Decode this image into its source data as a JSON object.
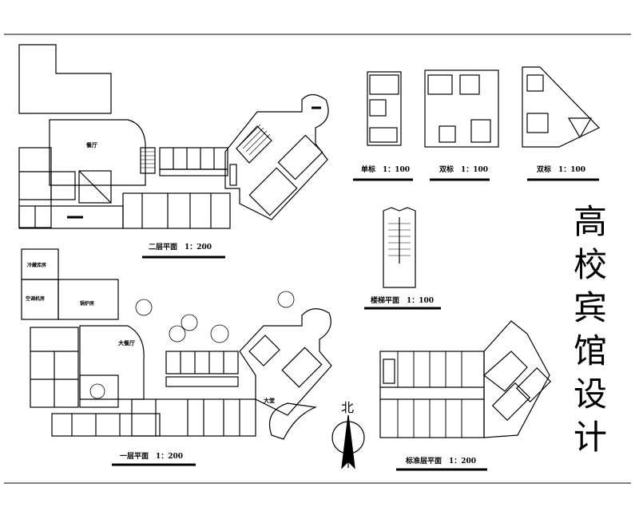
{
  "title_chars": [
    "高",
    "校",
    "宾",
    "馆",
    "设",
    "计"
  ],
  "plans": {
    "second_floor": "二层平面　1：200",
    "first_floor": "一层平面　1：200",
    "standard_floor": "标准层平面　1：200",
    "stair": "楼梯平面　1：100",
    "single_room": "单标　1：100",
    "double_room_a": "双标　1：100",
    "double_room_b": "双标　1：100"
  },
  "room_labels": {
    "dining_hall": "餐厅",
    "lobby": "大餐厅",
    "entrance_hall": "大堂",
    "kitchen_store": "冷藏库房",
    "ac_room": "空调机房",
    "boiler_room": "锅炉房"
  },
  "north_label": "北"
}
